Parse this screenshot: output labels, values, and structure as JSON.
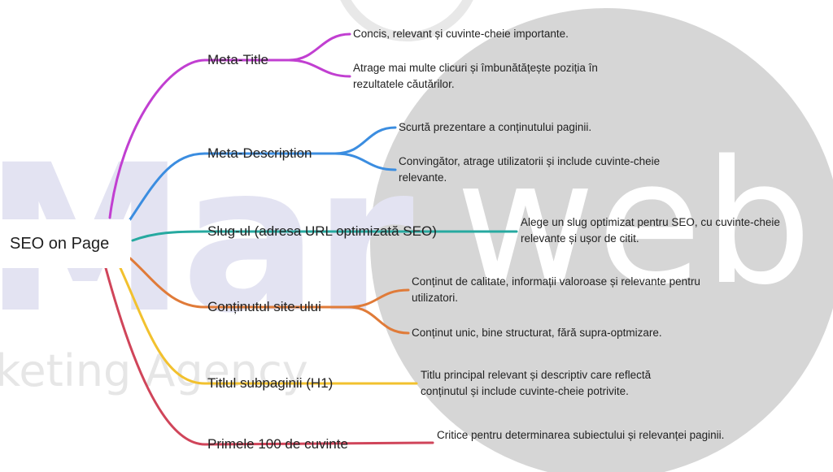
{
  "watermark": {
    "brand_left": "Mar",
    "brand_right": "web",
    "tagline": "keting Agency"
  },
  "root": {
    "label": "SEO on Page"
  },
  "colors": {
    "meta_title": "#c13fd1",
    "meta_description": "#3b8de0",
    "slug": "#26a9a0",
    "content": "#e07b39",
    "h1": "#f2c12e",
    "first100": "#d0455a",
    "watermark_circle": "#d6d6d6"
  },
  "branches": [
    {
      "id": "meta-title",
      "label": "Meta-Title",
      "color_key": "meta_title",
      "leaves": [
        "Concis, relevant și cuvinte-cheie importante.",
        "Atrage mai multe clicuri și îmbunătățește poziția în rezultatele căutărilor."
      ]
    },
    {
      "id": "meta-description",
      "label": "Meta-Description",
      "color_key": "meta_description",
      "leaves": [
        "Scurtă prezentare a conținutului paginii.",
        "Convingător, atrage utilizatorii și include cuvinte-cheie relevante."
      ]
    },
    {
      "id": "slug",
      "label": "Slug-ul (adresa URL optimizată SEO)",
      "color_key": "slug",
      "leaves": [
        "Alege un slug optimizat pentru SEO, cu cuvinte-cheie relevante și ușor de citit."
      ]
    },
    {
      "id": "content",
      "label": "Conținutul site-ului",
      "color_key": "content",
      "leaves": [
        "Conținut de calitate, informații valoroase și relevante pentru utilizatori.",
        "Conținut unic, bine structurat, fără supra-optmizare."
      ]
    },
    {
      "id": "h1",
      "label": "Titlul subpaginii (H1)",
      "color_key": "h1",
      "leaves": [
        "Titlu principal relevant și descriptiv care reflectă conținutul și include cuvinte-cheie potrivite."
      ]
    },
    {
      "id": "first100",
      "label": "Primele 100 de cuvinte",
      "color_key": "first100",
      "leaves": [
        "Critice pentru determinarea subiectului și relevanței paginii."
      ]
    }
  ]
}
